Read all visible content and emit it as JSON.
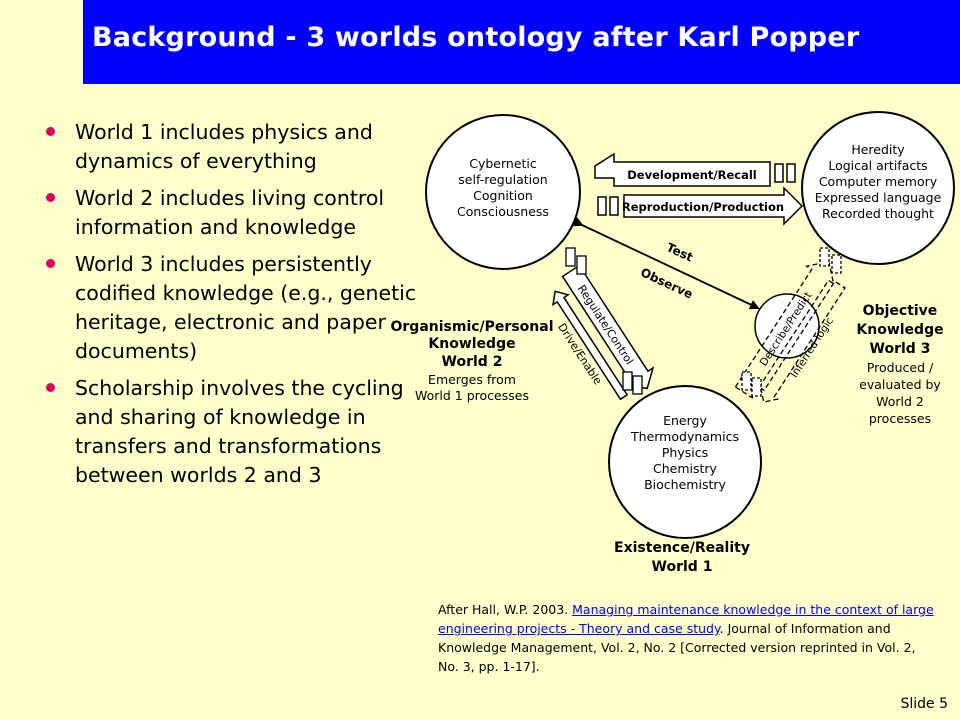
{
  "title": "Background - 3 worlds ontology after Karl Popper",
  "bullets": [
    "World 1 includes physics and dynamics of everything",
    "World 2 includes living control information and knowledge",
    "World 3 includes persistently codified knowledge (e.g., genetic heritage, electronic and paper documents)",
    "Scholarship involves the cycling and sharing of knowledge in transfers and transformations between worlds 2 and 3"
  ],
  "diagram": {
    "world2_circle": [
      "Cybernetic",
      "self-regulation",
      "Cognition",
      "Consciousness"
    ],
    "world3_circle": [
      "Heredity",
      "Logical artifacts",
      "Computer memory",
      "Expressed language",
      "Recorded thought"
    ],
    "world1_circle": [
      "Energy",
      "Thermodynamics",
      "Physics",
      "Chemistry",
      "Biochemistry"
    ],
    "arrows": {
      "development_recall": "Development/Recall",
      "reproduction_production": "Reproduction/Production",
      "test": "Test",
      "observe": "Observe",
      "regulate_control": "Regulate/Control",
      "drive_enable": "Drive/Enable",
      "describe_predict": "Describe/Predict",
      "inferred_logic": "Inferred logic"
    },
    "world2_label": {
      "name": "Organismic/Personal",
      "name2": "Knowledge",
      "world": "World 2",
      "desc1": "Emerges from",
      "desc2": "World 1 processes"
    },
    "world3_label": {
      "name": "Objective",
      "name2": "Knowledge",
      "world": "World 3",
      "desc1": "Produced /",
      "desc2": "evaluated by",
      "desc3": "World 2",
      "desc4": "processes"
    },
    "world1_label": {
      "name": "Existence/Reality",
      "world": "World 1"
    }
  },
  "citation": {
    "prefix": "After Hall, W.P. 2003. ",
    "link": "Managing maintenance knowledge in the context of large engineering projects - Theory and case study",
    "suffix": ". Journal of Information and Knowledge Management, Vol. 2, No. 2 [Corrected version reprinted in Vol. 2, No. 3, pp. 1-17]."
  },
  "slide_number": "Slide 5",
  "colors": {
    "background": "#ffffcc",
    "title_bar": "#0000ff",
    "title_text": "#ffffff",
    "bullet": "#e00060",
    "link": "#0000ee"
  }
}
